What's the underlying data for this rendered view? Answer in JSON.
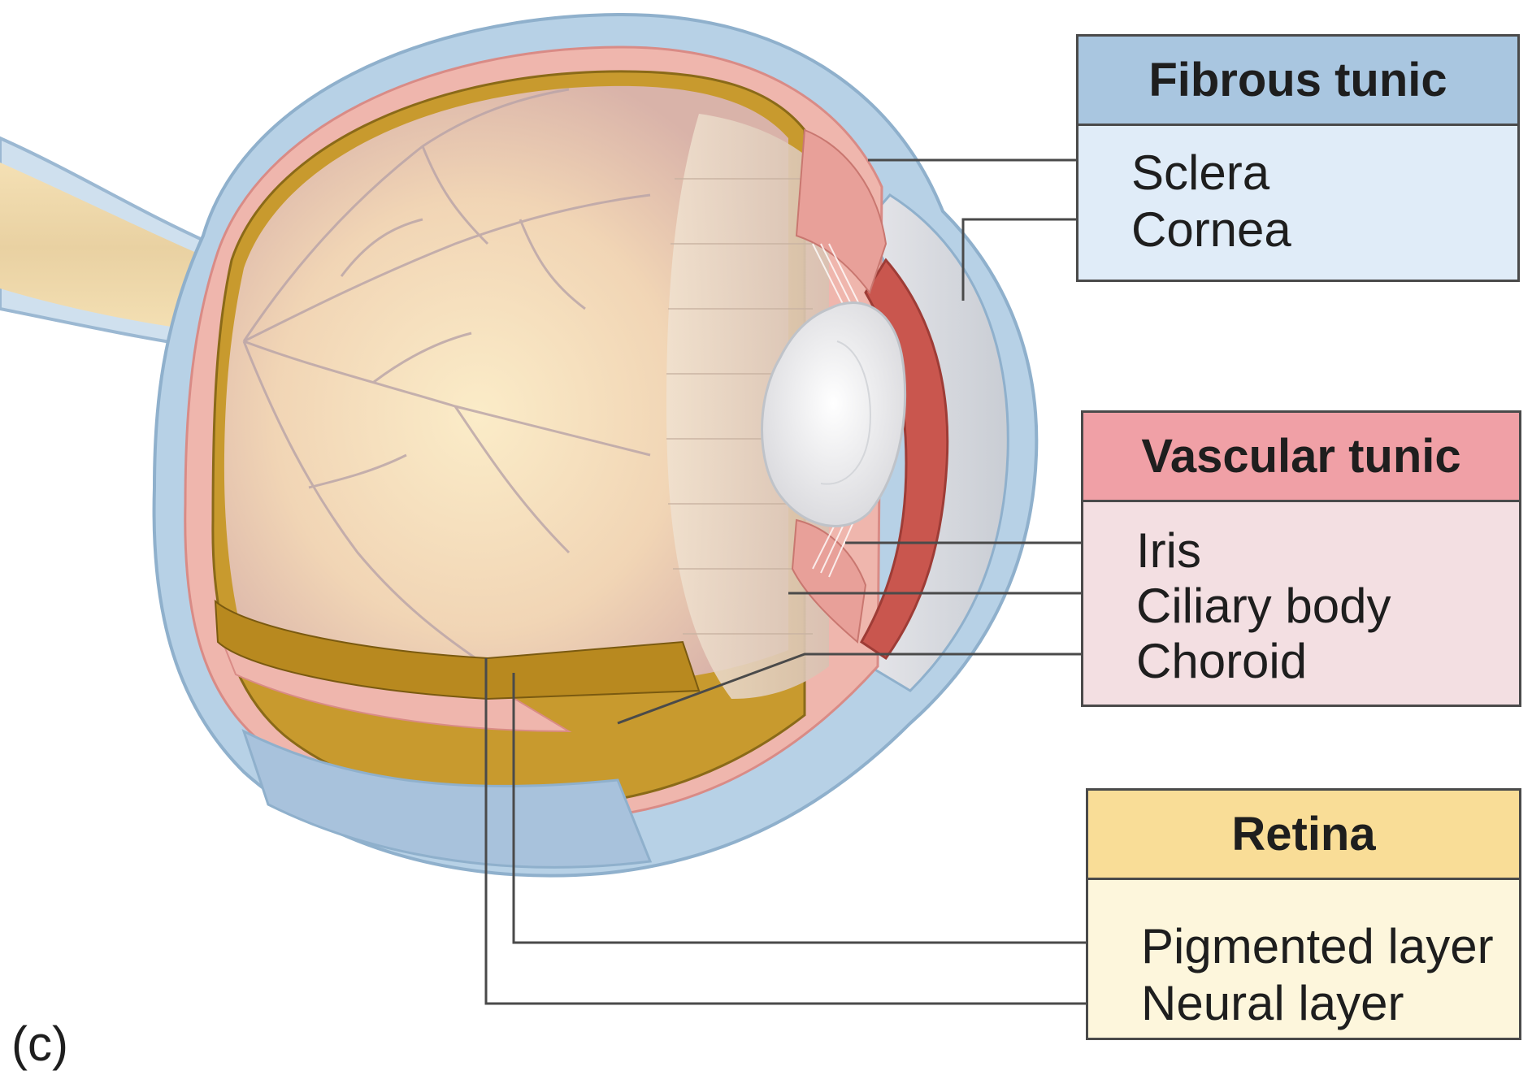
{
  "groups": [
    {
      "title": "Fibrous tunic",
      "color": "#a9c6e0",
      "items": [
        "Sclera",
        "Cornea"
      ]
    },
    {
      "title": "Vascular tunic",
      "color": "#f0a0a6",
      "items": [
        "Iris",
        "Ciliary body",
        "Choroid"
      ]
    },
    {
      "title": "Retina",
      "color": "#f9dd97",
      "items": [
        "Pigmented layer",
        "Neural layer"
      ]
    }
  ],
  "panel_label": "(c)"
}
